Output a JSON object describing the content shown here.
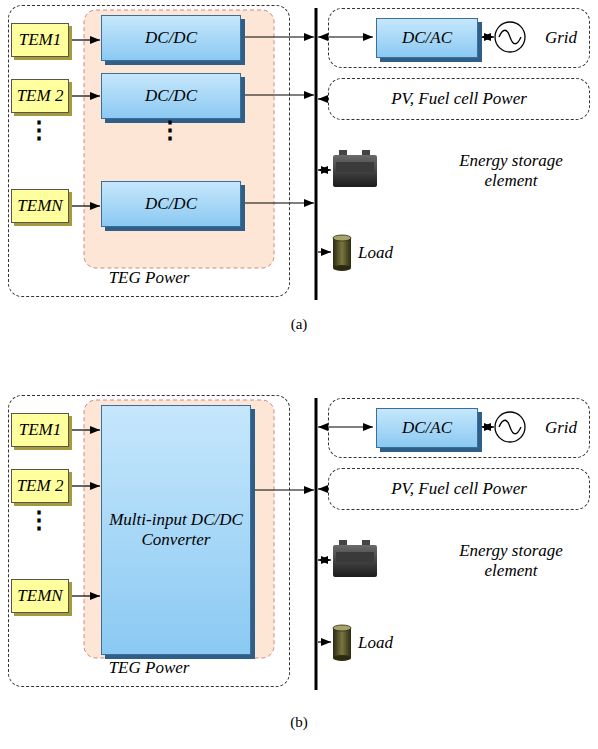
{
  "diagram": {
    "nodes": [
      {
        "text": [
          "TEG Power"
        ]
      },
      {
        "text": [
          "TEM1"
        ],
        "in": 0
      },
      {
        "text": [
          "DC/DC"
        ],
        "in": 0
      },
      {
        "text": [
          "TEM 2"
        ],
        "in": 0
      },
      {
        "text": [
          "DC/DC"
        ],
        "in": 0
      },
      {
        "text": [
          "TEMN"
        ],
        "in": 0
      },
      {
        "text": [
          "DC/DC"
        ],
        "in": 0
      },
      {
        "text": [
          "Grid"
        ]
      },
      {
        "text": [
          "DC/AC"
        ],
        "in": 7
      },
      {
        "text": [
          "PV, Fuel cell Power"
        ]
      },
      {
        "text": [
          "Energy storage element"
        ]
      },
      {
        "text": [
          "Load"
        ]
      },
      {
        "text": [
          "TEG Power"
        ]
      },
      {
        "text": [
          "TEM1"
        ],
        "in": 12
      },
      {
        "text": [
          "TEM 2"
        ],
        "in": 12
      },
      {
        "text": [
          "TEMN"
        ],
        "in": 12
      },
      {
        "text": [
          "Multi-input DC/DC Converter"
        ],
        "in": 12
      },
      {
        "text": [
          "Grid"
        ]
      },
      {
        "text": [
          "DC/AC"
        ],
        "in": 17
      },
      {
        "text": [
          "PV, Fuel cell Power"
        ]
      },
      {
        "text": [
          "Energy storage element"
        ]
      },
      {
        "text": [
          "Load"
        ]
      }
    ],
    "edges": [
      {
        "from": 1,
        "to": 2,
        "arrow": "to"
      },
      {
        "from": 3,
        "to": 4,
        "arrow": "to"
      },
      {
        "from": 5,
        "to": 6,
        "arrow": "to"
      },
      {
        "from": 13,
        "to": 16,
        "arrow": "to"
      },
      {
        "from": 14,
        "to": 16,
        "arrow": "to"
      },
      {
        "from": 15,
        "to": 16,
        "arrow": "to"
      }
    ],
    "labels": [
      "⋮",
      "⋮",
      "(a)",
      "⋮",
      "(b)"
    ]
  }
}
